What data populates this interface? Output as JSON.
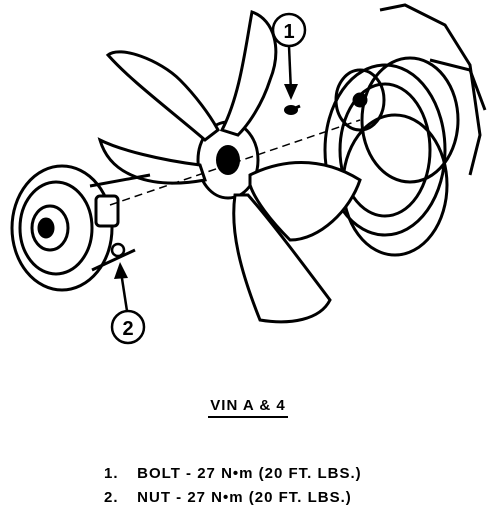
{
  "callouts": [
    {
      "number": "1"
    },
    {
      "number": "2"
    }
  ],
  "title": "VIN A & 4",
  "legend": [
    {
      "number": "1.",
      "text": "BOLT - 27 N•m (20 FT. LBS.)"
    },
    {
      "number": "2.",
      "text": "NUT - 27 N•m (20 FT. LBS.)"
    }
  ],
  "colors": {
    "ink": "#000000",
    "paper": "#ffffff"
  }
}
